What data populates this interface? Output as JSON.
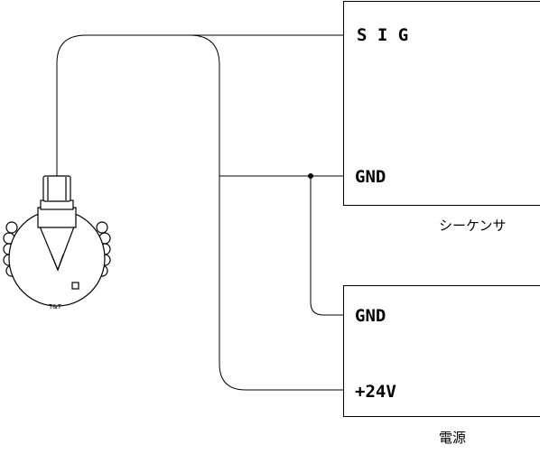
{
  "sequencer": {
    "caption": "シーケンサ",
    "terminal_sig": "S I G",
    "terminal_gnd": "GND"
  },
  "power_supply": {
    "caption": "電源",
    "terminal_gnd": "GND",
    "terminal_24v": "+24V"
  },
  "sensor": {
    "brand": "T&T"
  },
  "colors": {
    "line": "#000000",
    "background": "#ffffff"
  }
}
